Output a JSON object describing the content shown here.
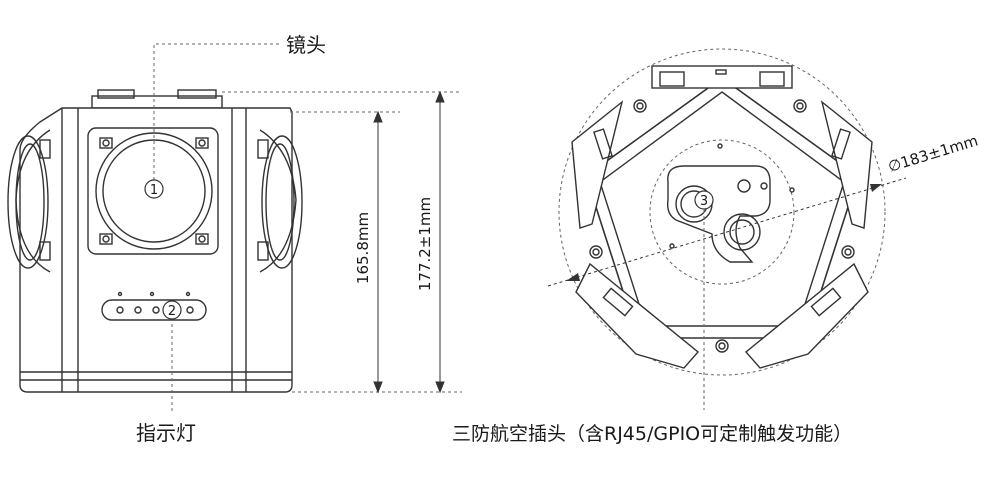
{
  "labels": {
    "lens": "镜头",
    "indicator": "指示灯",
    "connector": "三防航空插头（含RJ45/GPIO可定制触发功能）"
  },
  "callouts": {
    "c1": "1",
    "c2": "2",
    "c3": "3"
  },
  "dimensions": {
    "inner_height": "165.8mm",
    "outer_height": "177.2±1mm",
    "diameter": "∅183±1mm"
  },
  "colors": {
    "line": "#333333",
    "dash": "#666666"
  }
}
